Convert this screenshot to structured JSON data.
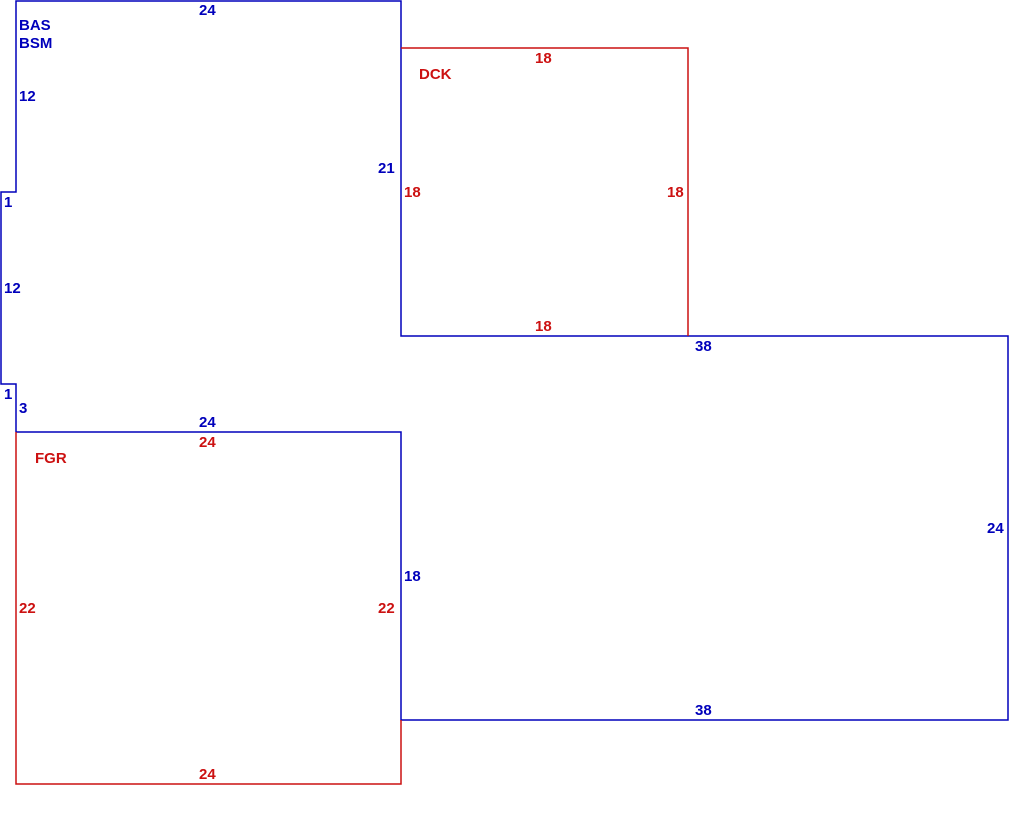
{
  "colors": {
    "main": "#0000bb",
    "attached": "#cc1111"
  },
  "areas": {
    "main_codes": [
      "BAS",
      "BSM"
    ],
    "deck_code": "DCK",
    "garage_code": "FGR"
  },
  "dimensions": {
    "main": {
      "top": "24",
      "upper_left": "12",
      "jog_upper": "1",
      "middle_left": "12",
      "jog_lower": "1",
      "lower_left": "3",
      "bottom_left_top": "24",
      "right_upper": "21",
      "right_middle": "18",
      "ell_top": "38",
      "ell_right": "24",
      "ell_bottom": "38"
    },
    "deck": {
      "top": "18",
      "left": "18",
      "right": "18",
      "bottom": "18"
    },
    "garage": {
      "top": "24",
      "left": "22",
      "right": "22",
      "bottom": "24"
    }
  }
}
